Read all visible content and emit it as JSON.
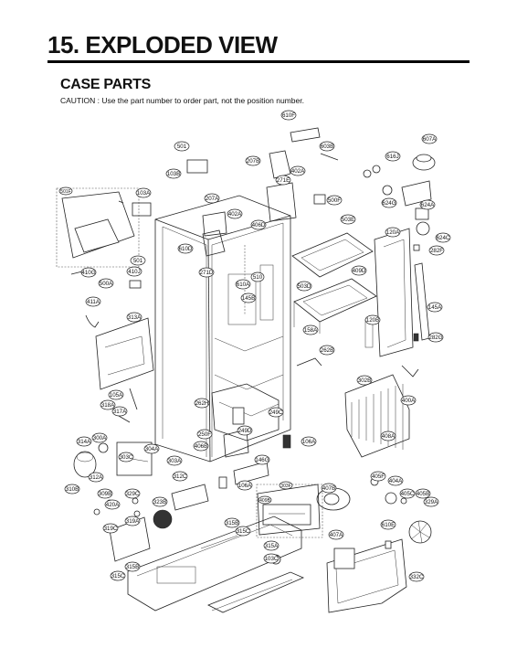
{
  "header": {
    "title": "15. EXPLODED VIEW",
    "section": "CASE PARTS",
    "caution": "CAUTION : Use the part number to order part, not the position number."
  },
  "callouts": [
    {
      "id": "610F"
    },
    {
      "id": "501"
    },
    {
      "id": "603B"
    },
    {
      "id": "607A"
    },
    {
      "id": "616J"
    },
    {
      "id": "103B"
    },
    {
      "id": "207B"
    },
    {
      "id": "402A"
    },
    {
      "id": "271E"
    },
    {
      "id": "501F"
    },
    {
      "id": "103A"
    },
    {
      "id": "207A"
    },
    {
      "id": "402A"
    },
    {
      "id": "500F"
    },
    {
      "id": "624G"
    },
    {
      "id": "624A"
    },
    {
      "id": "406D"
    },
    {
      "id": "503E"
    },
    {
      "id": "120A"
    },
    {
      "id": "624C"
    },
    {
      "id": "282F"
    },
    {
      "id": "501"
    },
    {
      "id": "410G"
    },
    {
      "id": "410J"
    },
    {
      "id": "610D"
    },
    {
      "id": "271D"
    },
    {
      "id": "510"
    },
    {
      "id": "409D"
    },
    {
      "id": "500A"
    },
    {
      "id": "610A"
    },
    {
      "id": "503D"
    },
    {
      "id": "145B"
    },
    {
      "id": "411A"
    },
    {
      "id": "313A"
    },
    {
      "id": "158A"
    },
    {
      "id": "120B"
    },
    {
      "id": "145A"
    },
    {
      "id": "282G"
    },
    {
      "id": "262B"
    },
    {
      "id": "302B"
    },
    {
      "id": "105A"
    },
    {
      "id": "318A"
    },
    {
      "id": "317A"
    },
    {
      "id": "262H"
    },
    {
      "id": "249C"
    },
    {
      "id": "400A"
    },
    {
      "id": "408A"
    },
    {
      "id": "314A"
    },
    {
      "id": "300A"
    },
    {
      "id": "304A"
    },
    {
      "id": "250F"
    },
    {
      "id": "249D"
    },
    {
      "id": "406B"
    },
    {
      "id": "106A"
    },
    {
      "id": "303C"
    },
    {
      "id": "303A"
    },
    {
      "id": "146G"
    },
    {
      "id": "312A"
    },
    {
      "id": "312C"
    },
    {
      "id": "106A"
    },
    {
      "id": "310B"
    },
    {
      "id": "309B"
    },
    {
      "id": "329C"
    },
    {
      "id": "303F"
    },
    {
      "id": "407B"
    },
    {
      "id": "405F"
    },
    {
      "id": "404A"
    },
    {
      "id": "405C"
    },
    {
      "id": "405B"
    },
    {
      "id": "420A"
    },
    {
      "id": "323B"
    },
    {
      "id": "409B"
    },
    {
      "id": "329A"
    },
    {
      "id": "319A"
    },
    {
      "id": "319C"
    },
    {
      "id": "315B"
    },
    {
      "id": "315C"
    },
    {
      "id": "610E"
    },
    {
      "id": "407A"
    },
    {
      "id": "315A"
    },
    {
      "id": "315B"
    },
    {
      "id": "103C"
    },
    {
      "id": "315C"
    },
    {
      "id": "332C"
    }
  ]
}
